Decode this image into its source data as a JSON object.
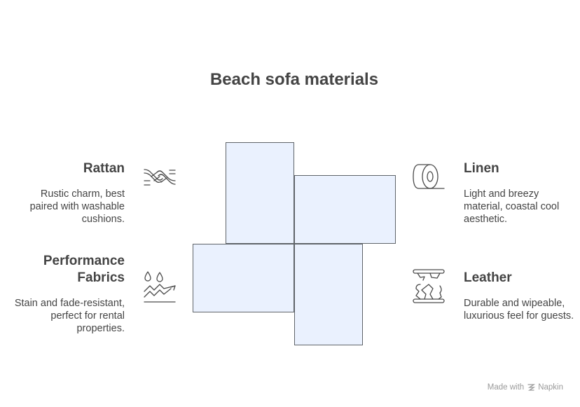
{
  "title": "Beach sofa materials",
  "items": [
    {
      "heading": "Rattan",
      "description": "Rustic charm, best paired with washable cushions.",
      "icon": "rope-icon"
    },
    {
      "heading": "Linen",
      "description": "Light and breezy material, coastal cool aesthetic.",
      "icon": "fabric-roll-icon"
    },
    {
      "heading": "Performance Fabrics",
      "description": "Stain and fade-resistant, perfect for rental properties.",
      "icon": "water-resistant-icon"
    },
    {
      "heading": "Leather",
      "description": "Durable and wipeable, luxurious feel for guests.",
      "icon": "leather-hide-icon"
    }
  ],
  "footer": {
    "made_with": "Made with",
    "brand": "Napkin"
  },
  "colors": {
    "box_fill": "#eaf1fe",
    "box_border": "#5f6469",
    "text": "#444444"
  }
}
